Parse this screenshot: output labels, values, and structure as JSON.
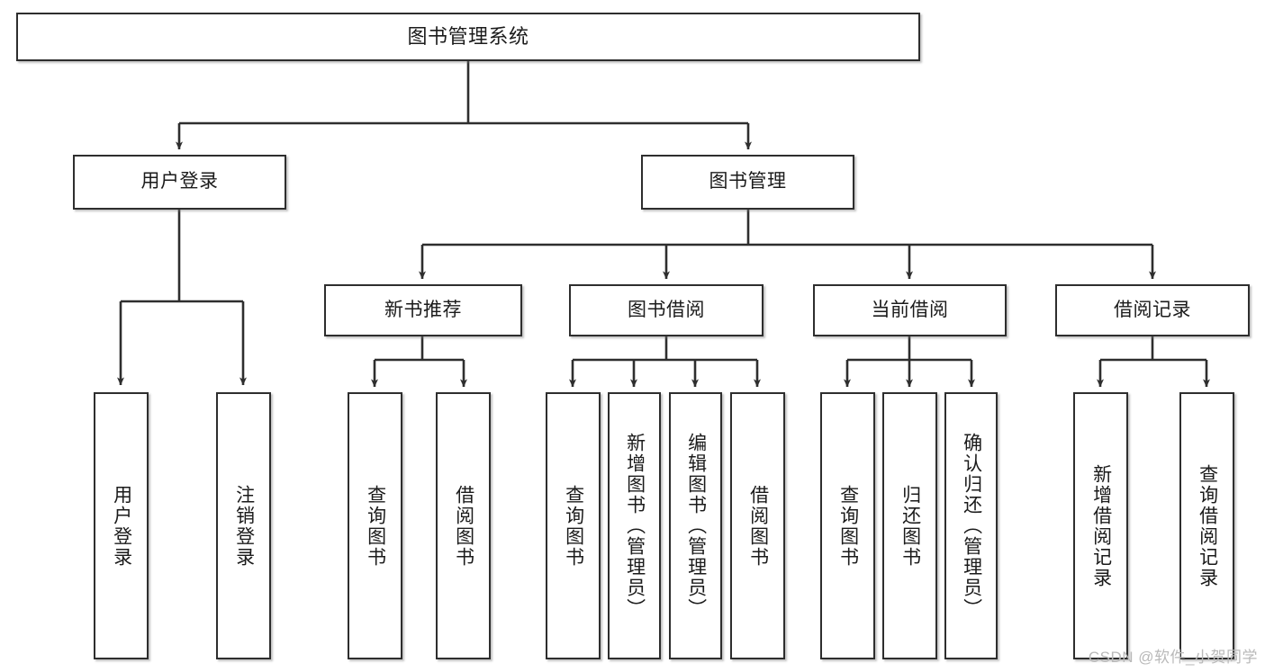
{
  "diagram": {
    "title": "图书管理系统",
    "type": "tree-hierarchy",
    "colors": {
      "box_border": "#2e2e2e",
      "box_fill": "#ffffff",
      "connector": "#2e2e2e",
      "text": "#1b1b1b",
      "watermark": "#b9b9b9",
      "background": "#ffffff"
    },
    "watermark": "CSDN @软件_小贺同学"
  },
  "nodes": {
    "root": {
      "label": "图书管理系统"
    },
    "level2": [
      {
        "label": "用户登录"
      },
      {
        "label": "图书管理"
      }
    ],
    "level3": [
      {
        "label": "新书推荐"
      },
      {
        "label": "图书借阅"
      },
      {
        "label": "当前借阅"
      },
      {
        "label": "借阅记录"
      }
    ],
    "leaves": {
      "user_login": [
        {
          "label": "用户登录"
        },
        {
          "label": "注销登录"
        }
      ],
      "new_book_recommend": [
        {
          "label": "查询图书"
        },
        {
          "label": "借阅图书"
        }
      ],
      "book_borrow": [
        {
          "label": "查询图书"
        },
        {
          "label": "新增图书（管理员）"
        },
        {
          "label": "编辑图书（管理员）"
        },
        {
          "label": "借阅图书"
        }
      ],
      "current_borrow": [
        {
          "label": "查询图书"
        },
        {
          "label": "归还图书"
        },
        {
          "label": "确认归还（管理员）"
        }
      ],
      "borrow_record": [
        {
          "label": "新增借阅记录"
        },
        {
          "label": "查询借阅记录"
        }
      ]
    }
  }
}
